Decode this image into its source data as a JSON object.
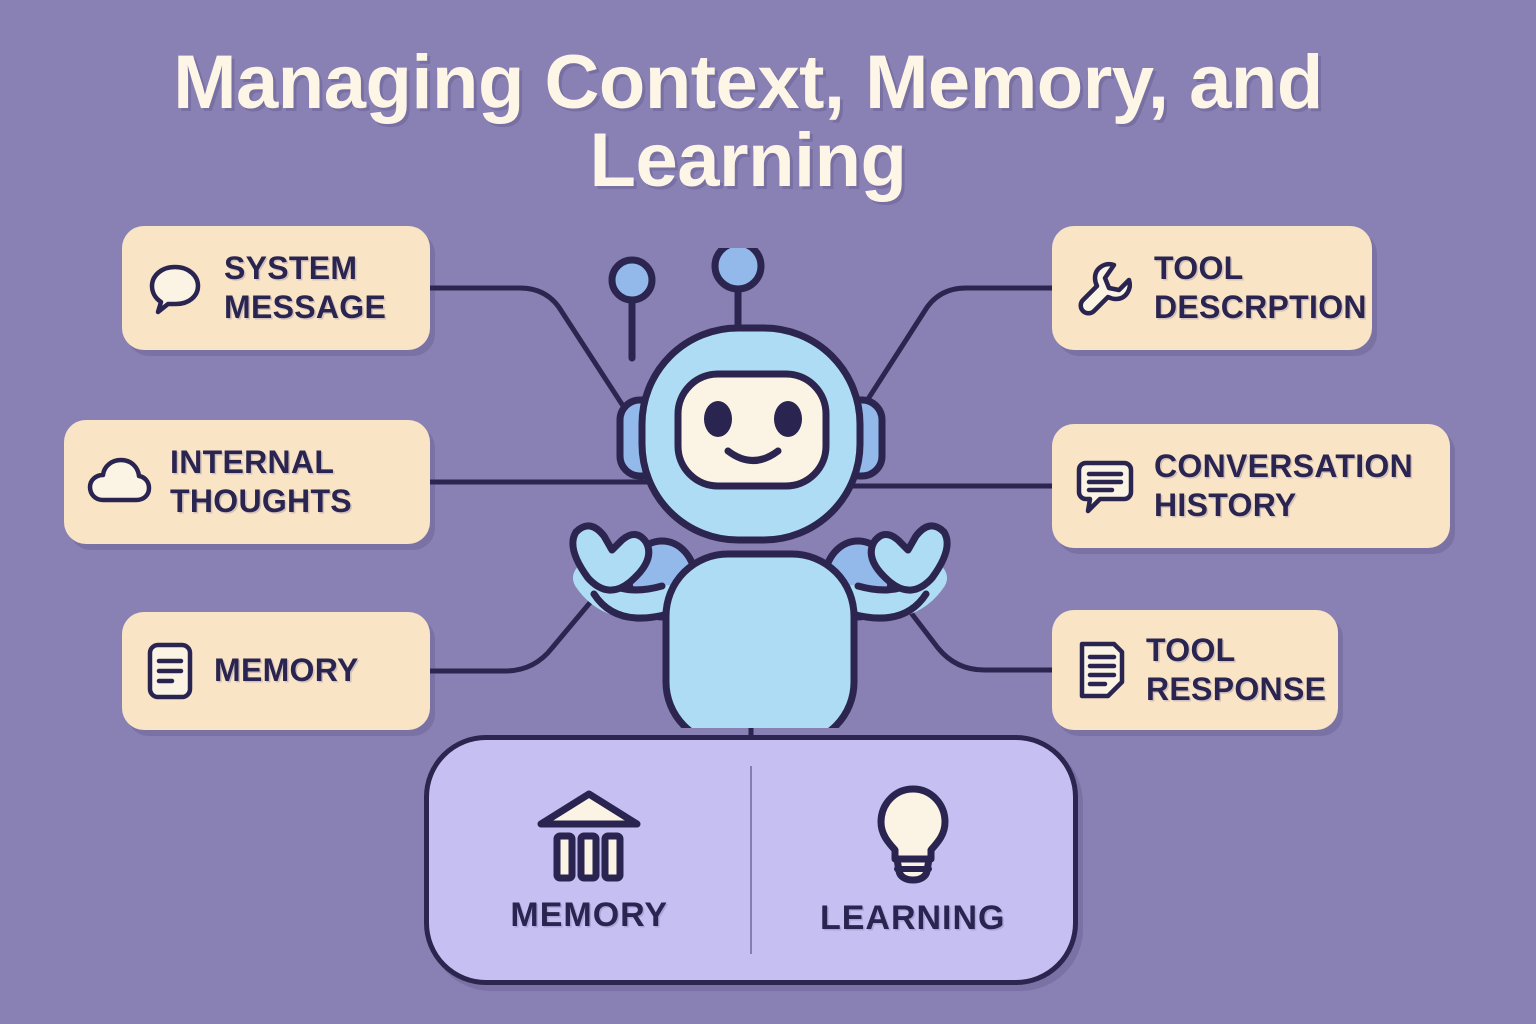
{
  "page": {
    "title": "Managing Context, Memory, and\nLearning",
    "background_color": "#8981b4",
    "card_color": "#f9e4c6",
    "ink_color": "#2a2450",
    "panel_color": "#c6c0f2",
    "robot_color": "#aedcf5"
  },
  "left_cards": [
    {
      "id": "system-message",
      "label": "SYSTEM\nMESSAGE",
      "icon": "speech-bubble-icon"
    },
    {
      "id": "internal-thoughts",
      "label": "INTERNAL\nTHOUGHTS",
      "icon": "cloud-icon"
    },
    {
      "id": "memory",
      "label": "MEMORY",
      "icon": "document-lines-icon"
    }
  ],
  "right_cards": [
    {
      "id": "tool-description",
      "label": "TOOL\nDESCRPTION",
      "icon": "wrench-icon"
    },
    {
      "id": "conversation-history",
      "label": "CONVERSATION\nHISTORY",
      "icon": "chat-lines-icon"
    },
    {
      "id": "tool-response",
      "label": "TOOL\nRESPONSE",
      "icon": "document-folded-icon"
    }
  ],
  "bottom_panel": {
    "items": [
      {
        "id": "memory",
        "label": "MEMORY",
        "icon": "bank-icon"
      },
      {
        "id": "learning",
        "label": "LEARNING",
        "icon": "lightbulb-icon"
      }
    ]
  },
  "robot": {
    "name": "friendly-robot",
    "expression": "smiling"
  }
}
